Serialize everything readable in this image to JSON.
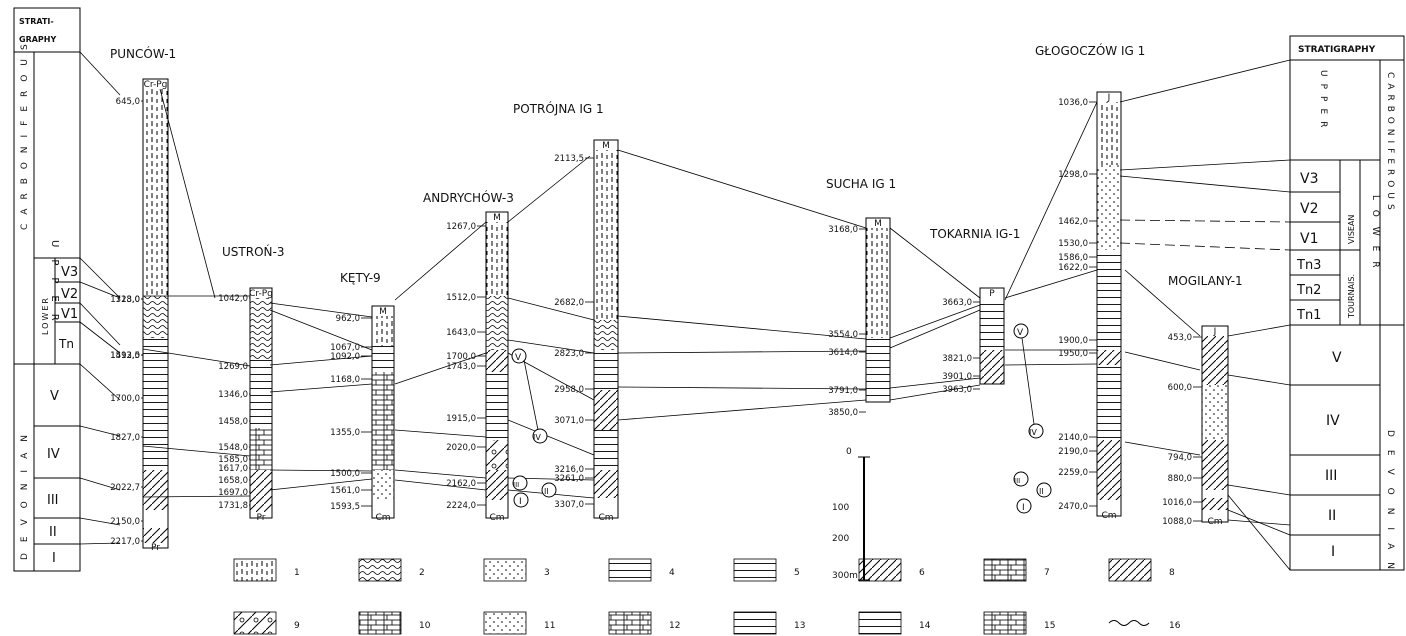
{
  "strat_left": {
    "header": [
      "STRATI-",
      "GRAPHY"
    ],
    "system": [
      "CARBONIFEROUS",
      "DEVONIAN"
    ],
    "upper": "UPPER",
    "lower": "LOWER",
    "carb_units": [
      "V3",
      "V2",
      "V1",
      "Tn"
    ],
    "dev_units": [
      "V",
      "IV",
      "III",
      "II",
      "I"
    ]
  },
  "strat_right": {
    "header": "STRATIGRAPHY",
    "upper": "UPPER",
    "lower": "LOWER",
    "carboniferous": "CARBONIFEROUS",
    "devonian": "DEVONIAN",
    "visean": "VISEAN",
    "tournais": "TOURNAIS.",
    "carb_units": [
      "V3",
      "V2",
      "V1",
      "Tn3",
      "Tn2",
      "Tn1"
    ],
    "dev_units": [
      "V",
      "IV",
      "III",
      "II",
      "I"
    ]
  },
  "wells": [
    {
      "name": "PUNCÓW-1",
      "top_code": "Cr-Pg",
      "bottom_code": "Pr",
      "depths": [
        "645,0",
        "713,0",
        "1328,0",
        "1493,5",
        "1512,0",
        "1700,0",
        "1827,0",
        "2022,7",
        "2150,0",
        "2217,0"
      ]
    },
    {
      "name": "USTROŃ-3",
      "top_code": "Cr-Pg",
      "bottom_code": "Pr",
      "depths": [
        "1042,0",
        "1269,0",
        "1346,0",
        "1458,0",
        "1548,0",
        "1585,0",
        "1617,0",
        "1658,0",
        "1697,0",
        "1731,8"
      ]
    },
    {
      "name": "KĘTY-9",
      "top_code": "M",
      "bottom_code": "Cm",
      "depths": [
        "962,0",
        "1067,0",
        "1092,0",
        "1168,0",
        "1355,0",
        "1500,0",
        "1561,0",
        "1593,5"
      ]
    },
    {
      "name": "ANDRYCHÓW-3",
      "top_code": "M",
      "bottom_code": "Cm",
      "depths": [
        "1267,0",
        "1512,0",
        "1643,0",
        "1700,0",
        "1743,0",
        "1915,0",
        "2020,0",
        "2162,0",
        "2224,0"
      ]
    },
    {
      "name": "POTRÓJNA IG 1",
      "top_code": "M",
      "bottom_code": "Cm",
      "depths": [
        "2113,5",
        "2682,0",
        "2823,0",
        "2958,0",
        "3071,0",
        "3216,0",
        "3261,0",
        "3307,0"
      ]
    },
    {
      "name": "SUCHA IG 1",
      "top_code": "M",
      "bottom_code": "",
      "depths": [
        "3168,0",
        "3554,0",
        "3614,0",
        "3791,0",
        "3850,0"
      ]
    },
    {
      "name": "TOKARNIA IG-1",
      "top_code": "P",
      "bottom_code": "",
      "depths": [
        "3663,0",
        "3821,0",
        "3901,0",
        "3963,0"
      ]
    },
    {
      "name": "GŁOGOCZÓW IG 1",
      "top_code": "J",
      "bottom_code": "Cm",
      "depths": [
        "1036,0",
        "1298,0",
        "1462,0",
        "1530,0",
        "1586,0",
        "1622,0",
        "1900,0",
        "1950,0",
        "2140,0",
        "2190,0",
        "2259,0",
        "2470,0"
      ]
    },
    {
      "name": "MOGILANY-1",
      "top_code": "J",
      "bottom_code": "Cm",
      "depths": [
        "453,0",
        "600,0",
        "794,0",
        "880,0",
        "1016,0",
        "1088,0"
      ]
    }
  ],
  "marker_labels": [
    "V",
    "IV",
    "III",
    "II",
    "I"
  ],
  "scale": {
    "ticks": [
      "0",
      "100",
      "200",
      "300m"
    ]
  },
  "legend_numbers": [
    "1",
    "2",
    "3",
    "4",
    "5",
    "6",
    "7",
    "8",
    "9",
    "10",
    "11",
    "12",
    "13",
    "14",
    "15",
    "16"
  ]
}
